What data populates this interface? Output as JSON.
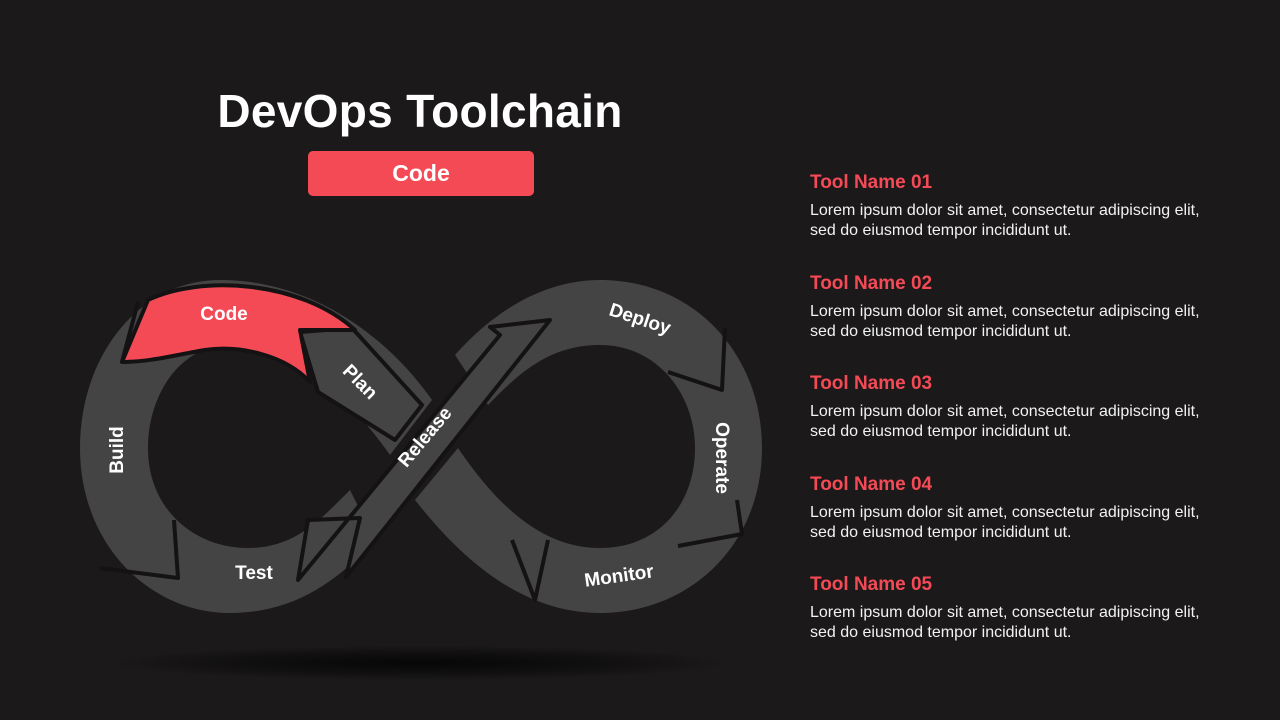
{
  "title": "DevOps Toolchain",
  "active_stage": "Code",
  "colors": {
    "background": "#1b191a",
    "accent": "#f44a56",
    "segment": "#444444",
    "outline": "#141213",
    "text": "#ffffff"
  },
  "diagram": {
    "type": "infinity-loop",
    "stages": [
      {
        "label": "Code",
        "active": true
      },
      {
        "label": "Plan",
        "active": false
      },
      {
        "label": "Release",
        "active": false
      },
      {
        "label": "Deploy",
        "active": false
      },
      {
        "label": "Operate",
        "active": false
      },
      {
        "label": "Monitor",
        "active": false
      },
      {
        "label": "Test",
        "active": false
      },
      {
        "label": "Build",
        "active": false
      }
    ]
  },
  "tools": [
    {
      "name": "Tool Name 01",
      "description": "Lorem ipsum dolor sit amet, consectetur adipiscing elit, sed do eiusmod tempor incididunt ut."
    },
    {
      "name": "Tool Name 02",
      "description": "Lorem ipsum dolor sit amet, consectetur adipiscing elit, sed do eiusmod tempor incididunt ut."
    },
    {
      "name": "Tool Name 03",
      "description": "Lorem ipsum dolor sit amet, consectetur adipiscing elit, sed do eiusmod tempor incididunt ut."
    },
    {
      "name": "Tool Name 04",
      "description": "Lorem ipsum dolor sit amet, consectetur adipiscing elit, sed do eiusmod tempor incididunt ut."
    },
    {
      "name": "Tool Name 05",
      "description": "Lorem ipsum dolor sit amet, consectetur adipiscing elit, sed do eiusmod tempor incididunt ut."
    }
  ]
}
